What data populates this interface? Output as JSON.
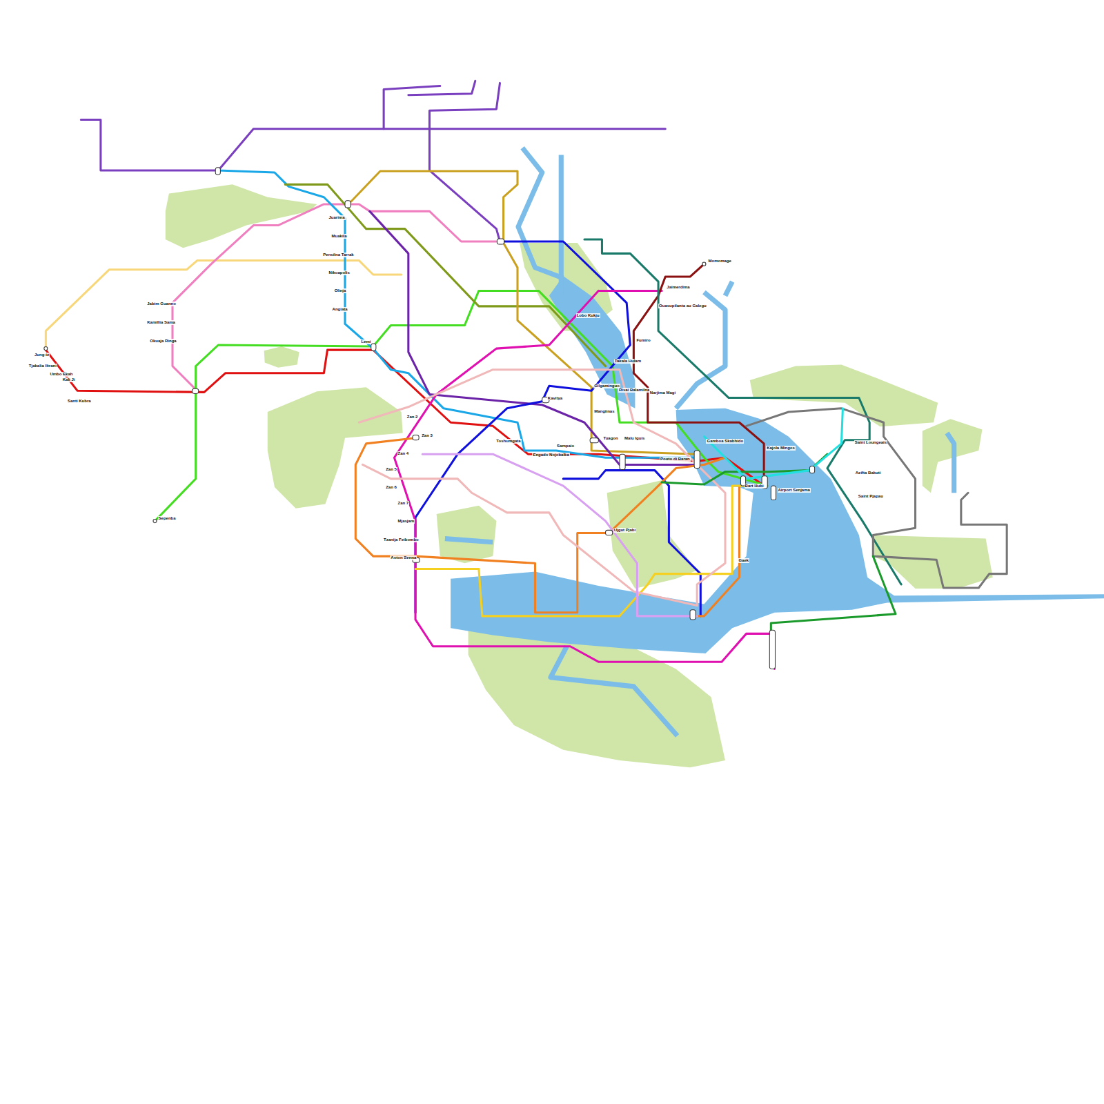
{
  "diagram": {
    "labels": [
      "Jung-ie",
      "Tjakalia Iltrani",
      "Umbo Ekah",
      "Kali Ji",
      "Santi Kubra",
      "Jabim Guanno",
      "Kamillia Sama",
      "Okuaja Ringa",
      "Juarima",
      "Muakila",
      "Pensilna Tarrak",
      "Nikoapolis",
      "Olinja",
      "Angiata",
      "Lemi",
      "Sepenba",
      "Zan 2",
      "Zan 3",
      "Zan 4",
      "Zan 5",
      "Zan 6",
      "Zan 7",
      "Mjasjam",
      "Tzanija Feibombo",
      "Aoton Senna",
      "Lobo Kukju",
      "Fumiro",
      "Takala Hulam",
      "Gilgaminguo",
      "Risai Balamilna",
      "Mangiinas",
      "Tuagon",
      "Jaimerdima",
      "Ouasupilanta au Galegu",
      "Momomage",
      "Narjima Magi",
      "Kavitya",
      "Sampaio",
      "Engado Nojobalka",
      "Toshumgata",
      "Saint Loungeais",
      "Aeifta Bakuti",
      "Saint Pjapau",
      "Kajola Mingos",
      "Airport Senjama",
      "Bart Hubi",
      "Gaek",
      "Ujgut Pjabi",
      "Gamboa Skabhido",
      "Pouto di Baran",
      "Malu Iguis"
    ]
  }
}
